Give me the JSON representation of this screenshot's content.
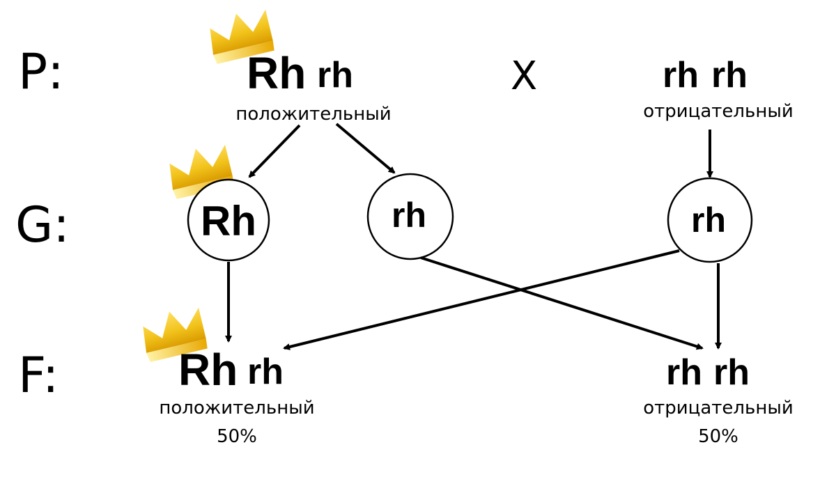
{
  "rows": {
    "p_label": "P:",
    "g_label": "G:",
    "f_label": "F:"
  },
  "parents": {
    "left": {
      "allele_dominant": "Rh",
      "allele_recessive": "rh",
      "phenotype": "положительный"
    },
    "cross_symbol": "X",
    "right": {
      "allele_1": "rh",
      "allele_2": "rh",
      "phenotype": "отрицательный"
    }
  },
  "gametes": [
    {
      "label": "Rh"
    },
    {
      "label": "rh"
    },
    {
      "label": "rh"
    }
  ],
  "offspring": {
    "left": {
      "allele_dominant": "Rh",
      "allele_recessive": "rh",
      "phenotype": "положительный",
      "percent": "50%"
    },
    "right": {
      "allele_1": "rh",
      "allele_2": "rh",
      "phenotype": "отрицательный",
      "percent": "50%"
    }
  },
  "icons": {
    "dominant_marker": "crown-icon",
    "crown_color": "#F2C31B"
  }
}
